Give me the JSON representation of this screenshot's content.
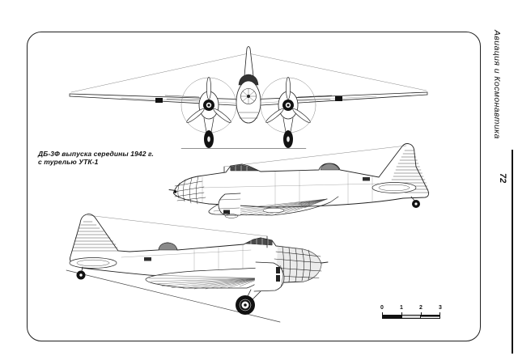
{
  "page": {
    "background": "#ffffff",
    "ink_color": "#1f1f1f"
  },
  "caption": {
    "line1": "ДБ-3Ф выпуска середины 1942 г.",
    "line2": "с турелью УТК-1"
  },
  "sidebar": {
    "magazine_title": "Авиация и Космонавтика",
    "page_number": "72"
  },
  "scale_bar": {
    "labels": [
      "0",
      "1",
      "2",
      "3"
    ]
  }
}
